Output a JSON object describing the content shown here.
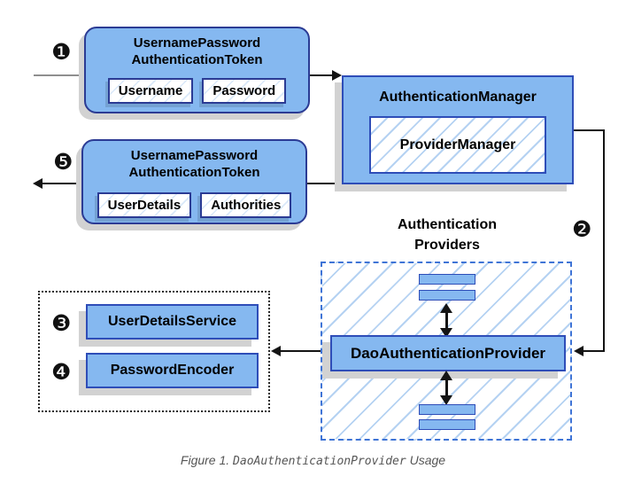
{
  "diagram_title": "DaoAuthenticationProvider Usage",
  "badges": {
    "step1": "❶",
    "step2": "❷",
    "step3": "❸",
    "step4": "❹",
    "step5": "❺"
  },
  "token_request": {
    "line1": "UsernamePassword",
    "line2": "AuthenticationToken",
    "fields": [
      "Username",
      "Password"
    ]
  },
  "auth_manager": {
    "label": "AuthenticationManager",
    "provider_manager": "ProviderManager"
  },
  "token_result": {
    "line1": "UsernamePassword",
    "line2": "AuthenticationToken",
    "fields": [
      "UserDetails",
      "Authorities"
    ]
  },
  "providers_group": {
    "line1": "Authentication",
    "line2": "Providers"
  },
  "dao_provider": {
    "label": "DaoAuthenticationProvider"
  },
  "services": {
    "user_details_service": "UserDetailsService",
    "password_encoder": "PasswordEncoder"
  },
  "caption": {
    "prefix": "Figure 1. ",
    "code": "DaoAuthenticationProvider",
    "suffix": " Usage"
  },
  "colors": {
    "node_fill": "#85b8f0",
    "node_border_dark": "#2b3b94",
    "rect_border": "#2e4db8",
    "hatch_line": "#b5d2f2",
    "field_hatch": "#d9e8f9",
    "dashed_border": "#3f74d6",
    "shadow": "#d2d2d2",
    "arrow_black": "#141414",
    "line_gray": "#8f8f8f",
    "caption_color": "#565656"
  }
}
